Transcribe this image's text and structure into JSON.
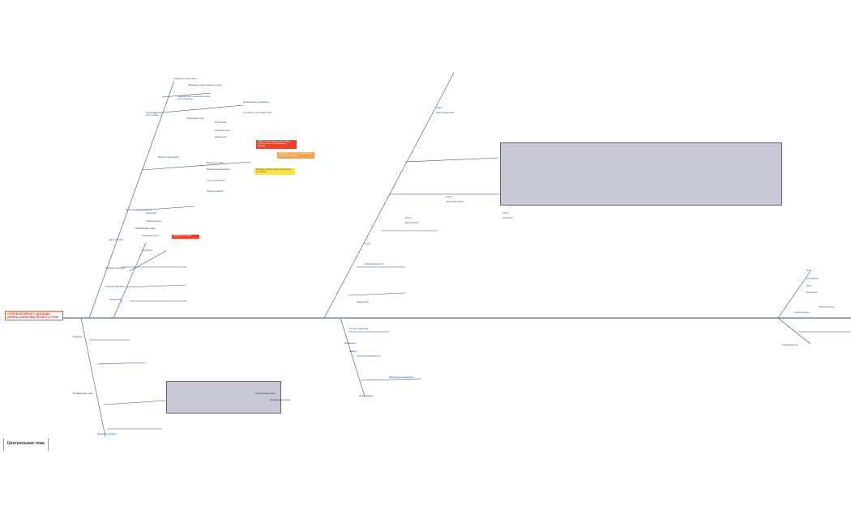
{
  "root": {
    "title": "СТРАТЕГИЯ ЯРКОГО ДОКЛАДА (ИРИНА САФАРОВА) ПРОЕКТ В ТОНУ"
  },
  "sheet_tab": "Центральная тема",
  "float_labels": [
    "Плавающая тема",
    "Плавающая тема",
    "Плавающая тема",
    "Плавающая тема"
  ],
  "left_nodes": [
    "Пережить страх сцены",
    "Понимание своих сильных сторон",
    "Как работать с волнением перед выступлением",
    "Дыхательные упражнения",
    "Что делать, если забыл текст",
    "Как держать паузу",
    "Структура выступления",
    "Вступление",
    "Основная часть",
    "Заключение",
    "Работа с аудиторией",
    "Вопросы из зала",
    "Визуальные материалы",
    "Голос и интонация",
    "Жесты и мимика",
    "Подготовка к выступлению",
    "Репетиция",
    "Обратная связь",
    "Цель доклада",
    "Ключевые мысли",
    "Аргументы",
    "Примеры и истории",
    "Призыв к действию",
    "Упражнения",
    "Практика",
    "Домашнее задание"
  ],
  "callouts": {
    "red": "Важно: понять, какие у вас сильные стороны и как их использовать в докладе",
    "orange": "Подумайте: чего боится аудитория и как вы можете помочь",
    "yellow": "Запишите себя на видео и посмотрите со стороны",
    "red_small": "Шаблон для записи"
  },
  "right_nodes": [
    "Этап 1",
    "Анализ аудитории",
    "Этап 2",
    "Подготовка текста",
    "Этап 3",
    "Репетиции",
    "Этап 4",
    "Выступление",
    "Итоги",
    "Оценка результата",
    "Новые цели",
    "Чек-лист подготовки",
    "Материалы",
    "Слайды",
    "Раздаточные материалы",
    "Рекомендации"
  ],
  "far_right_nodes": [
    "Итоги",
    "Что дальше",
    "Цели",
    "Результаты",
    "Обратная связь",
    "Анализ ошибок",
    "Следующий шаг"
  ]
}
